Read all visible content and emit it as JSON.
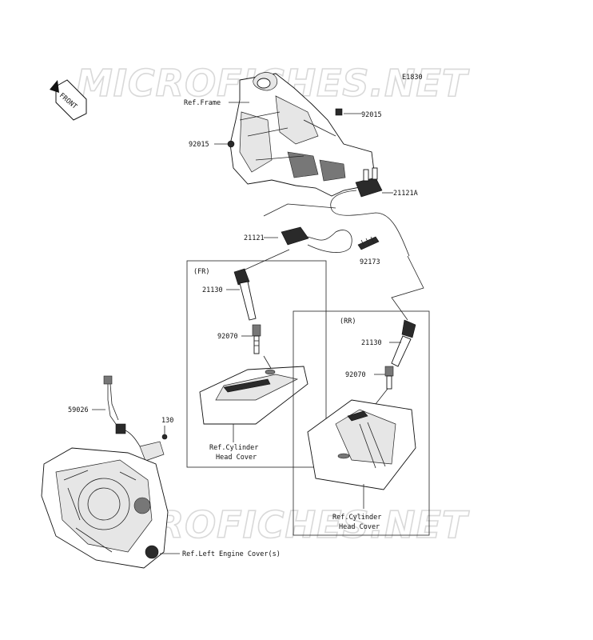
{
  "watermarks": [
    "MICROFICHES.NET",
    "MICROFICHES.NET"
  ],
  "diagram_code": "E1830",
  "front_badge": "FRONT",
  "groups": {
    "fr": "(FR)",
    "rr": "(RR)"
  },
  "labels": {
    "ref_frame": "Ref.Frame",
    "p92015_top": "92015",
    "p92015_left": "92015",
    "p21121a": "21121A",
    "p21121": "21121",
    "p92173": "92173",
    "p21130_fr": "21130",
    "p92070_fr": "92070",
    "ref_cyl_fr_1": "Ref.Cylinder",
    "ref_cyl_fr_2": "Head Cover",
    "p21130_rr": "21130",
    "p92070_rr": "92070",
    "ref_cyl_rr_1": "Ref.Cylinder",
    "ref_cyl_rr_2": "Head Cover",
    "p59026": "59026",
    "p130": "130",
    "ref_engine_cover": "Ref.Left Engine Cover(s)"
  }
}
